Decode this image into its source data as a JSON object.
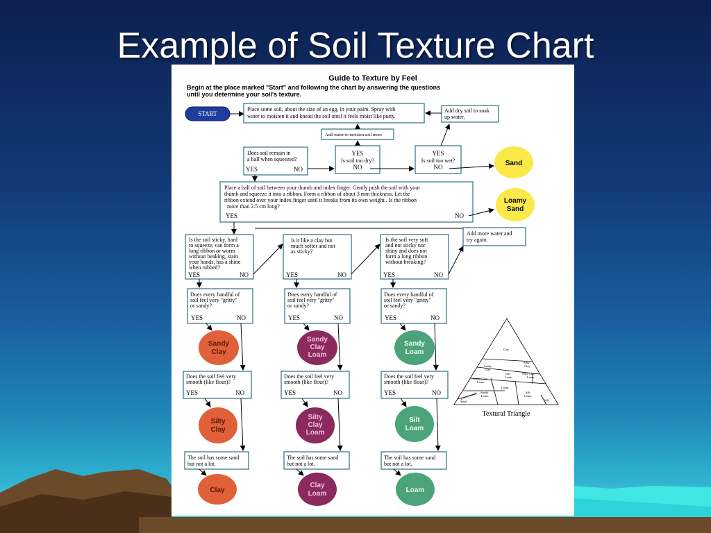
{
  "slide": {
    "title": "Example of Soil Texture Chart"
  },
  "guide": {
    "heading": "Guide to Texture by Feel",
    "intro_1": "Begin at the place marked \"Start\" and following the chart by answering the questions",
    "intro_2": "until you determine your soil's texture."
  },
  "nodes": {
    "start": "START",
    "place_soil_1": "Place some soil, about the size of an egg, in your palm.  Spray with",
    "place_soil_2": "water to moisten it and knead the soil until it feels moist like putty.",
    "add_dry_1": "Add dry soil to soak",
    "add_dry_2": "up water.",
    "add_water": "Add water to moisten soil more",
    "remain_ball_1": "Does soil remain in",
    "remain_ball_2": "a ball when squeezed?",
    "too_dry_yes": "YES",
    "too_dry_q": "Is soil too dry?",
    "too_dry_no": "NO",
    "too_wet_yes": "YES",
    "too_wet_q": "Is soil too wet?",
    "too_wet_no": "NO",
    "ribbon_1": "Place a ball of soil between your thumb and index finger.  Gently push the soil with your",
    "ribbon_2": "thumb and squeeze it into a ribbon.  Form a ribbon of about 3 mm thickness.  Let the",
    "ribbon_3": "ribbon extend over your index finger until it breaks from its own weight..  Is the ribbon",
    "ribbon_4": "more than 2.5 cm long?",
    "add_more_1": "Add more water and",
    "add_more_2": "try again.",
    "sticky_1": "Is the soil sticky, hard",
    "sticky_2": "to squeeze, can form a",
    "sticky_3": "long ribbon or worm",
    "sticky_4": "without beaking, stain",
    "sticky_5": "your hands, has a shine",
    "sticky_6": "when rubbed?",
    "softer_1": "Is it like a clay but",
    "softer_2": "much softer and not",
    "softer_3": "as sticky?",
    "verysoft_1": "Is the soil very soft",
    "verysoft_2": "and not sticky nor",
    "verysoft_3": "shiny and does not",
    "verysoft_4": "form a long ribbon",
    "verysoft_5": "without breaking?",
    "gritty_1": "Does every handful  of",
    "gritty_2": "soil feel very  \"gritty\"",
    "gritty_3": "or sandy?",
    "smooth_1": "Does the soil feel  very",
    "smooth_2": "smooth (like flour)?",
    "somesand_1": "The soil has some sand",
    "somesand_2": "but not a lot.",
    "yes": "YES",
    "no": "NO"
  },
  "results": {
    "sand": "Sand",
    "loamy_sand_1": "Loamy",
    "loamy_sand_2": "Sand",
    "sandy_clay_1": "Sandy",
    "sandy_clay_2": "Clay",
    "sandy_clay_loam_1": "Sandy",
    "sandy_clay_loam_2": "Clay",
    "sandy_clay_loam_3": "Loam",
    "sandy_loam_1": "Sandy",
    "sandy_loam_2": "Loam",
    "silty_clay_1": "Silty",
    "silty_clay_2": "Clay",
    "silty_clay_loam_1": "Silty",
    "silty_clay_loam_2": "Clay",
    "silty_clay_loam_3": "Loam",
    "silt_loam_1": "Silt",
    "silt_loam_2": "Loam",
    "clay": "Clay",
    "clay_loam_1": "Clay",
    "clay_loam_2": "Loam",
    "loam": "Loam"
  },
  "triangle": {
    "caption": "Textural Triangle",
    "clay": "Clay",
    "sandy_clay_1": "Sandy",
    "sandy_clay_2": "Clay",
    "silty_clay_1": "Silty",
    "silty_clay_2": "Clay",
    "sandy_clay_loam_1": "Sandy Clay",
    "sandy_clay_loam_2": "Loam",
    "clay_loam_1": "Clay",
    "clay_loam_2": "Loam",
    "silty_clay_loam_1": "Silty Clay",
    "silty_clay_loam_2": "Loam",
    "loam": "Loam",
    "sandy_loam_1": "Sandy",
    "sandy_loam_2": "Loam",
    "silt_loam_1": "Silt",
    "silt_loam_2": "Loam",
    "loamy_sand": "Loamy Sand",
    "sand": "Sand",
    "silt": "Silt"
  },
  "colors": {
    "start_fill": "#1f3d9e",
    "sand_yellow": "#fbe94a",
    "orange": "#e0603a",
    "purple": "#8a2a5e",
    "green": "#4ca37a",
    "box_stroke": "#2e6e7a"
  }
}
